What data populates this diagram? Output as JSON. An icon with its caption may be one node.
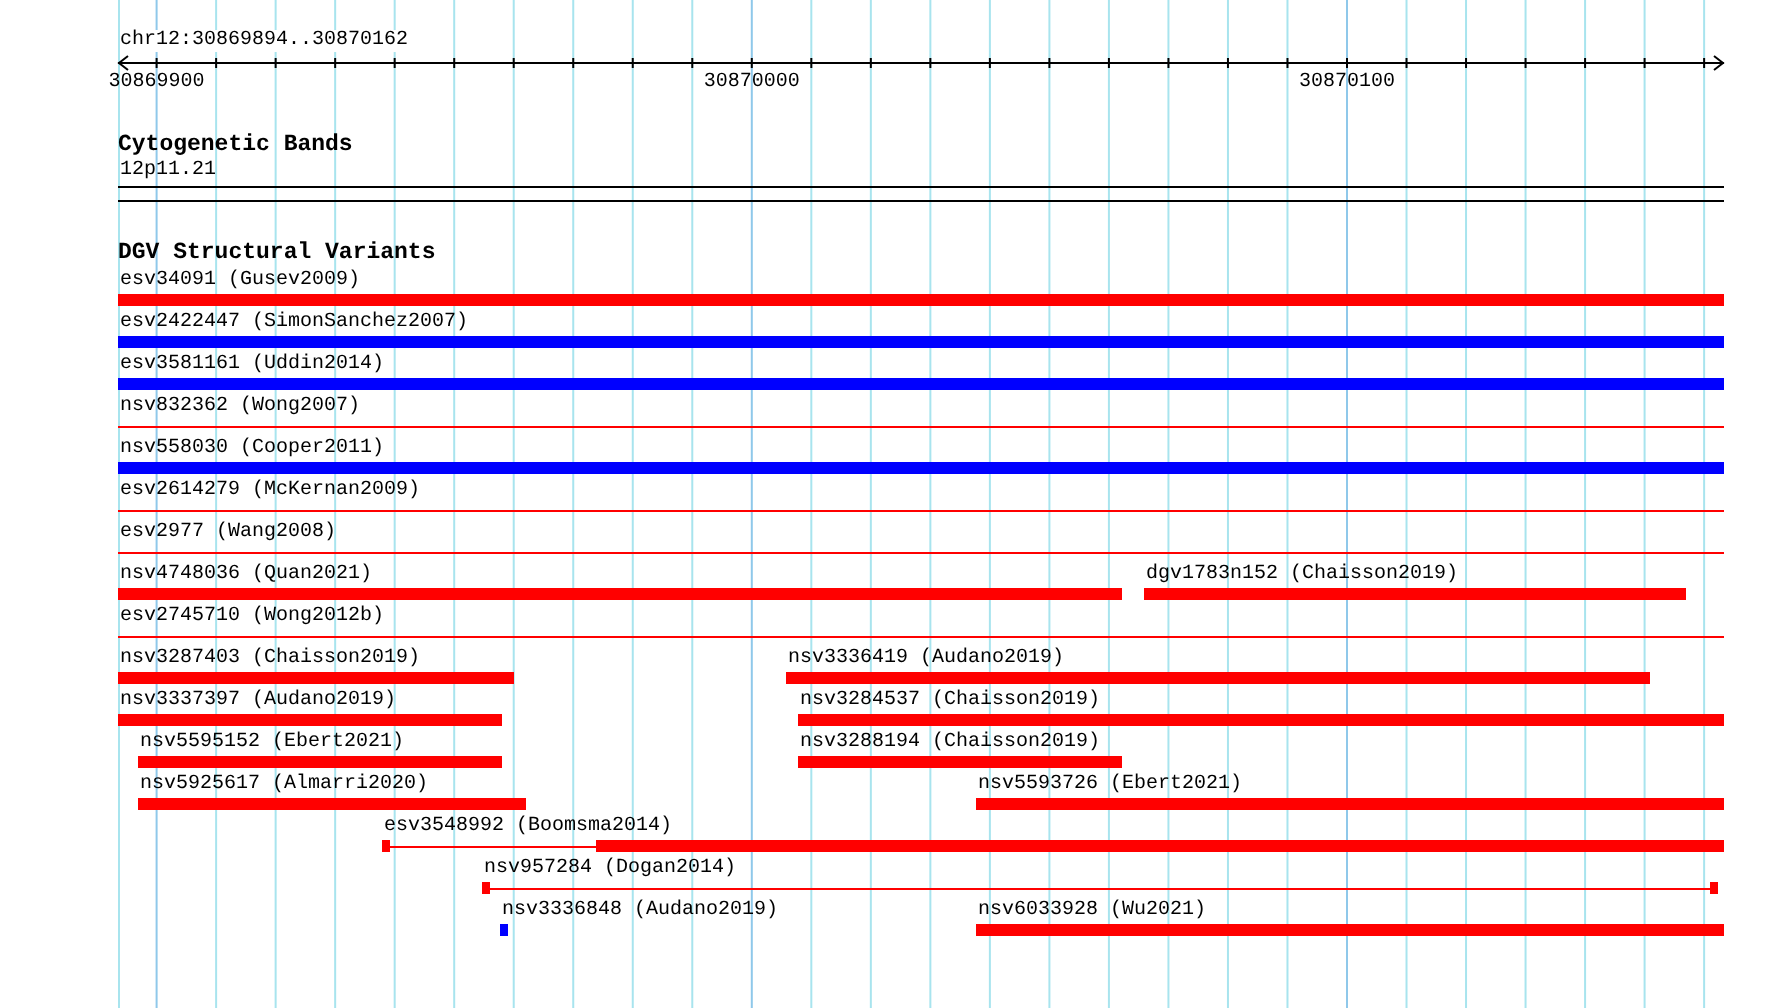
{
  "diagram": {
    "nodes": [
      {
        "text": [
          "esv34091 (Gusev2009)"
        ]
      },
      {
        "text": [
          "esv2422447 (SimonSanchez2007)"
        ]
      },
      {
        "text": [
          "esv3581161 (Uddin2014)"
        ]
      },
      {
        "text": [
          "nsv832362 (Wong2007)"
        ]
      },
      {
        "text": [
          "nsv558030 (Cooper2011)"
        ]
      },
      {
        "text": [
          "esv2614279 (McKernan2009)"
        ]
      },
      {
        "text": [
          "esv2977 (Wang2008)"
        ]
      },
      {
        "text": [
          "nsv4748036 (Quan2021)"
        ]
      },
      {
        "text": [
          "dgv1783n152 (Chaisson2019)"
        ]
      },
      {
        "text": [
          "esv2745710 (Wong2012b)"
        ]
      },
      {
        "text": [
          "nsv3287403 (Chaisson2019)"
        ]
      },
      {
        "text": [
          "nsv3336419 (Audano2019)"
        ]
      },
      {
        "text": [
          "nsv3337397 (Audano2019)"
        ]
      },
      {
        "text": [
          "nsv3284537 (Chaisson2019)"
        ]
      },
      {
        "text": [
          "nsv5595152 (Ebert2021)"
        ]
      },
      {
        "text": [
          "nsv3288194 (Chaisson2019)"
        ]
      },
      {
        "text": [
          "nsv5925617 (Almarri2020)"
        ]
      },
      {
        "text": [
          "nsv5593726 (Ebert2021)"
        ]
      },
      {
        "text": [
          "esv3548992 (Boomsma2014)"
        ]
      },
      {
        "text": [
          "nsv957284 (Dogan2014)"
        ]
      },
      {
        "text": [
          "nsv3336848 (Audano2019)"
        ]
      },
      {
        "text": [
          "nsv6033928 (Wu2021)"
        ]
      }
    ],
    "labels": [
      "chr12:30869894..30870162",
      "30869900",
      "30870000",
      "30870100",
      "Cytogenetic Bands",
      "12p11.21",
      "DGV Structural Variants"
    ]
  }
}
